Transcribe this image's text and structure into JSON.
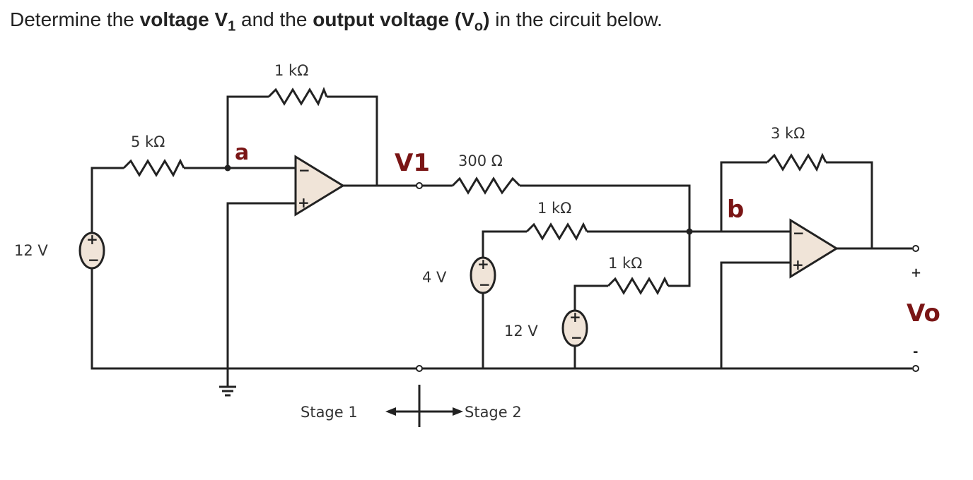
{
  "question": {
    "prefix": "Determine the ",
    "bold1": "voltage V",
    "sub1": "1",
    "middle": " and the ",
    "bold2": "output voltage (V",
    "sub2": "o",
    "bold2_end": ")",
    "suffix": " in the circuit below."
  },
  "circuit": {
    "r_feedback1": "1 kΩ",
    "r_input1": "5 kΩ",
    "source_left": "12 V",
    "node_a": "a",
    "node_v1": "V1",
    "r_300": "300 Ω",
    "r_mid": "1 kΩ",
    "r_low": "1 kΩ",
    "source_4v": "4 V",
    "source_12v": "12 V",
    "node_b": "b",
    "r_feedback2": "3 kΩ",
    "vo_plus": "+",
    "vo_label": "Vo",
    "vo_minus": "-",
    "stage1": "Stage 1",
    "stage2": "Stage 2"
  },
  "colors": {
    "label_red": "#7a1515",
    "source_fill": "#f0e4d8"
  }
}
